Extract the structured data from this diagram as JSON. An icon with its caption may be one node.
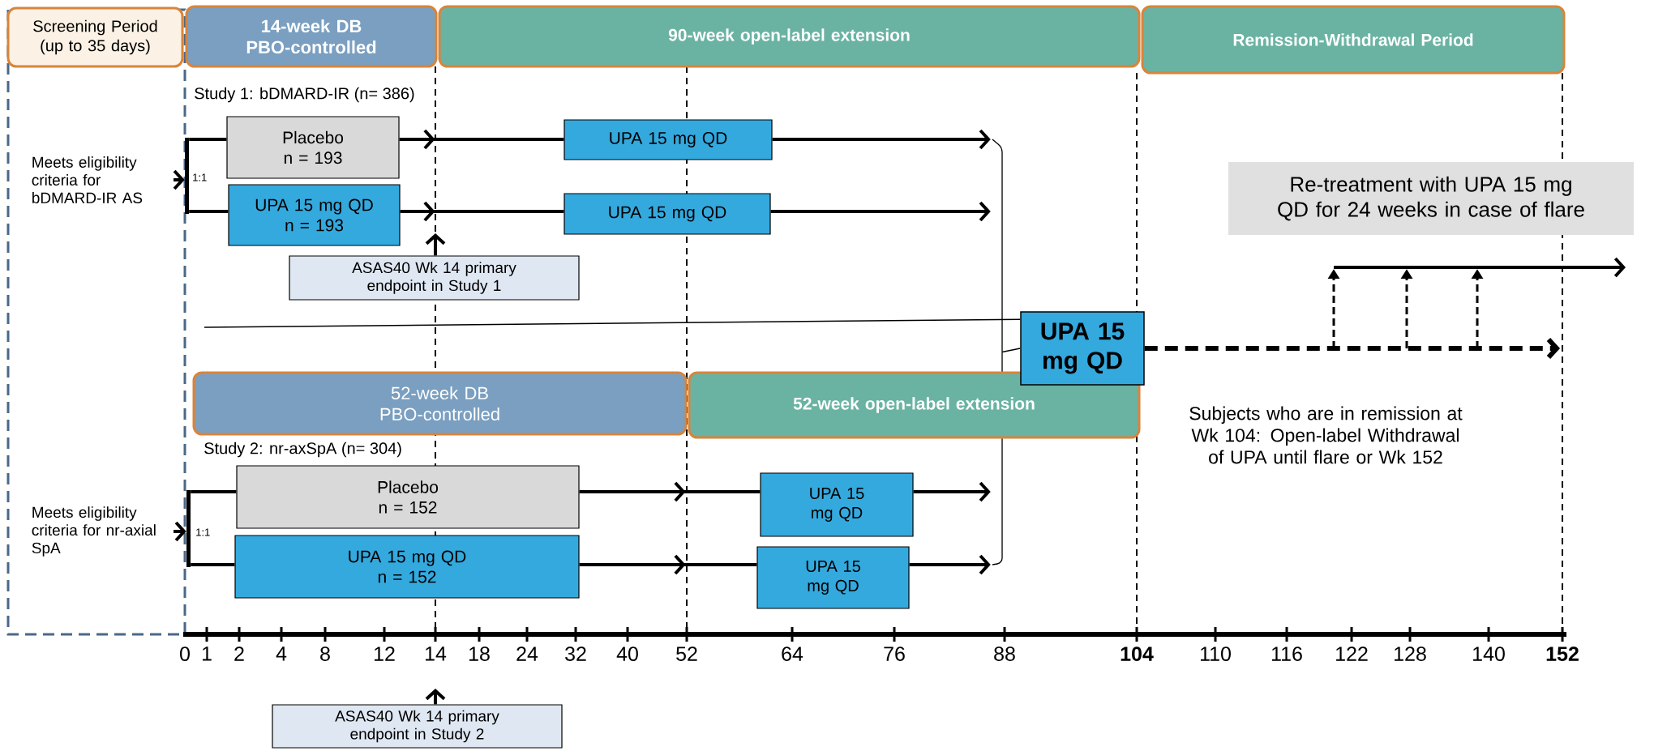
{
  "diagram": {
    "nodes": [
      {
        "text": [
          "Screening Period (up to 35 days)"
        ]
      },
      {
        "text": [
          "14-week DB PBO-controlled"
        ]
      },
      {
        "text": [
          "90-week open-label extension"
        ]
      },
      {
        "text": [
          "Remission-Withdrawal Period"
        ]
      },
      {
        "text": [
          "Meets eligibility criteria for bDMARD-IR AS"
        ]
      },
      {
        "text": [
          "Placebo",
          "n = 193"
        ]
      },
      {
        "text": [
          "UPA 15 mg QD",
          "n = 193"
        ]
      },
      {
        "text": [
          "UPA 15 mg QD"
        ]
      },
      {
        "text": [
          "UPA 15 mg QD"
        ]
      },
      {
        "text": [
          "ASAS40 Wk 14 primary endpoint in Study 1"
        ]
      },
      {
        "text": [
          "UPA 15 mg QD"
        ]
      },
      {
        "text": [
          "Re-treatment with UPA 15 mg QD for 24 weeks in case of flare"
        ]
      },
      {
        "text": [
          "52-week DB PBO-controlled"
        ]
      },
      {
        "text": [
          "52-week open-label extension"
        ]
      },
      {
        "text": [
          "Meets eligibility criteria for nr-axial SpA"
        ]
      },
      {
        "text": [
          "Placebo",
          "n = 152"
        ]
      },
      {
        "text": [
          "UPA 15 mg QD",
          "n = 152"
        ]
      },
      {
        "text": [
          "UPA 15 mg QD"
        ]
      },
      {
        "text": [
          "UPA 15 mg QD"
        ]
      },
      {
        "text": [
          "ASAS40 Wk 14 primary endpoint in Study 2"
        ]
      },
      {
        "text": [],
        "shape": "bar"
      },
      {
        "text": [],
        "shape": "bar"
      },
      {
        "text": [],
        "shape": "brace"
      }
    ],
    "edges": [
      {
        "from": 4,
        "to": 20,
        "arrow": "to"
      },
      {
        "from": 20,
        "to": 5,
        "arrow": "none"
      },
      {
        "from": 20,
        "to": 6,
        "arrow": "none"
      },
      {
        "from": 5,
        "to": 7,
        "arrow": "to"
      },
      {
        "from": 6,
        "to": 8,
        "arrow": "to"
      },
      {
        "from": 7,
        "to": 22,
        "arrow": "to"
      },
      {
        "from": 8,
        "to": 22,
        "arrow": "to"
      },
      {
        "from": 9,
        "to": null,
        "arrow": "to"
      },
      {
        "from": null,
        "to": 10,
        "arrow": "none"
      },
      {
        "from": 14,
        "to": 21,
        "arrow": "to"
      },
      {
        "from": 21,
        "to": 15,
        "arrow": "none"
      },
      {
        "from": 21,
        "to": 16,
        "arrow": "none"
      },
      {
        "from": 15,
        "to": 17,
        "arrow": "to"
      },
      {
        "from": 16,
        "to": 18,
        "arrow": "to"
      },
      {
        "from": 17,
        "to": 22,
        "arrow": "to"
      },
      {
        "from": 18,
        "to": 22,
        "arrow": "to"
      },
      {
        "from": 19,
        "to": null,
        "arrow": "to"
      },
      {
        "from": 22,
        "to": 10,
        "arrow": "none"
      },
      {
        "from": 10,
        "to": null,
        "arrow": "to",
        "style": "dashed"
      }
    ],
    "labels": [
      "Study 1: bDMARD-IR (n= 386)",
      "1:1",
      "Subjects who are in remission at Wk 104: Open-label Withdrawal of UPA until flare or Wk 152",
      "Study 2:  nr-axSpA (n= 304)",
      "1:1",
      "0",
      "1",
      "2",
      "4",
      "8",
      "12",
      "14",
      "18",
      "24",
      "32",
      "40",
      "52",
      "64",
      "76",
      "88",
      "104",
      "110",
      "116",
      "122",
      "128",
      "140",
      "152"
    ]
  }
}
